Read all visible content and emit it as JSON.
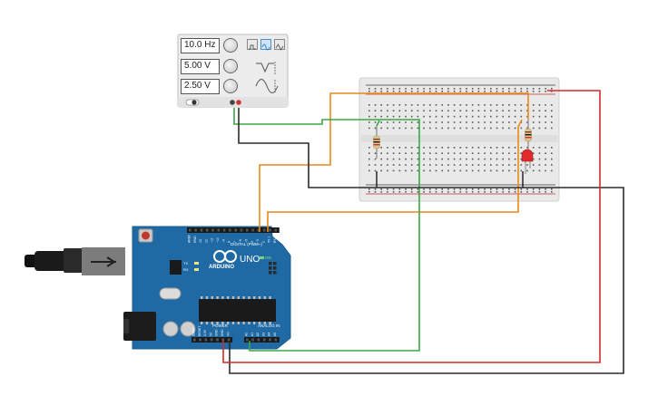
{
  "function_generator": {
    "frequency": "10.0 Hz",
    "amplitude": "5.00 V",
    "dc_offset": "2.50 V",
    "waveforms": [
      "square",
      "sine",
      "triangle"
    ],
    "selected_waveform": "sine"
  },
  "arduino": {
    "brand": "ARDUINO",
    "model": "UNO",
    "on_label": "ON",
    "tx_label": "TX",
    "rx_label": "RX",
    "digital_label": "DIGITAL (PWM~)",
    "power_label": "POWER",
    "analog_label": "ANALOG IN",
    "digital_pins": [
      "AREF",
      "GND",
      "13",
      "12",
      "~11",
      "~10",
      "~9",
      "8",
      "7",
      "~6",
      "~5",
      "4",
      "~3",
      "2",
      "TX 1",
      "RX 0"
    ],
    "power_pins": [
      "IOREF",
      "RESET",
      "3.3V",
      "5V",
      "GND",
      "GND",
      "Vin"
    ],
    "analog_pins": [
      "A0",
      "A1",
      "A2",
      "A3",
      "A4",
      "A5"
    ]
  },
  "wire_colors": {
    "orange": "#e8891c",
    "green": "#3aa843",
    "red": "#d32a2a",
    "black": "#2b2b2b",
    "board_blue": "#1f6aa5"
  }
}
